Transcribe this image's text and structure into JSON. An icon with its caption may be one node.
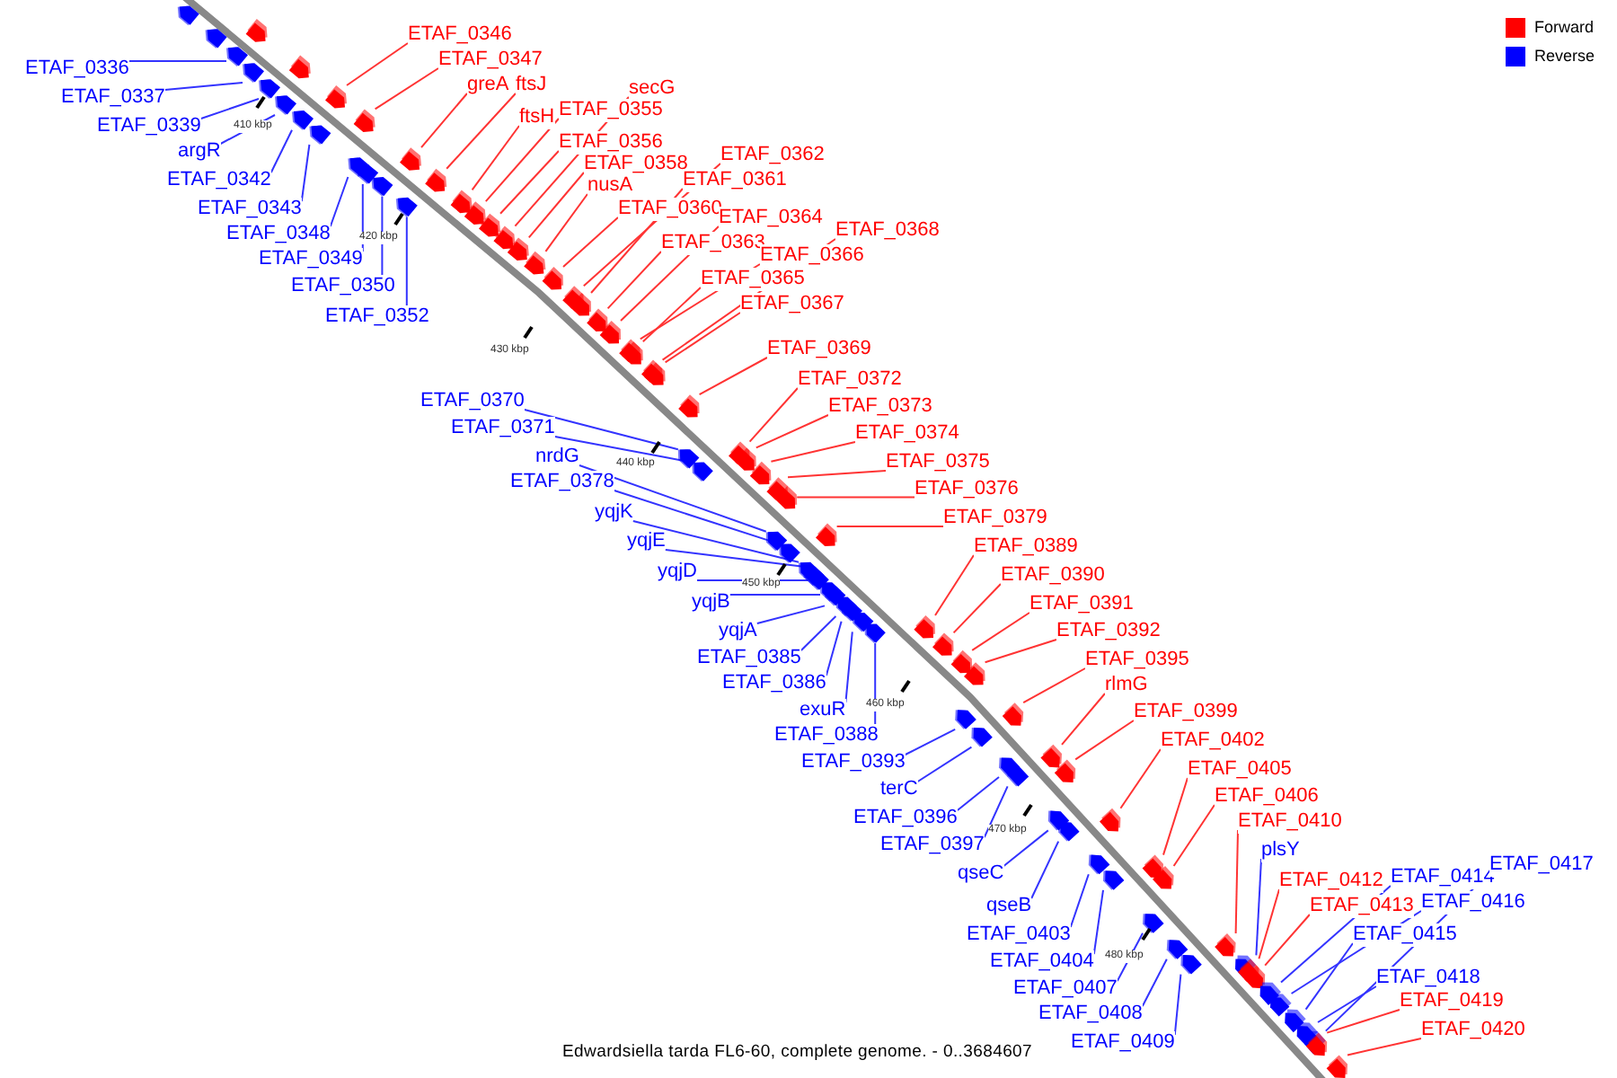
{
  "diagram": {
    "caption": "Edwardsiella tarda FL6-60, complete genome. - 0..3684607",
    "nodes": [
      {
        "text": [
          "ETAF_0336"
        ]
      },
      {
        "text": [
          "ETAF_0337"
        ]
      },
      {
        "text": [
          "ETAF_0346"
        ]
      },
      {
        "text": [
          "ETAF_0339"
        ]
      },
      {
        "text": [
          "ETAF_0347"
        ]
      },
      {
        "text": [
          "argR"
        ]
      },
      {
        "text": [
          "ETAF_0342"
        ]
      },
      {
        "text": [
          "ETAF_0343"
        ]
      },
      {
        "text": [
          "greA"
        ]
      },
      {
        "text": [
          "ftsJ"
        ]
      },
      {
        "text": [
          "ftsH"
        ]
      },
      {
        "text": [
          "ETAF_0348"
        ]
      },
      {
        "text": [
          "ETAF_0349"
        ]
      },
      {
        "text": [
          "ETAF_0355"
        ]
      },
      {
        "text": [
          "ETAF_0350"
        ]
      },
      {
        "text": [
          "ETAF_0356"
        ]
      },
      {
        "text": [
          "secG"
        ]
      },
      {
        "text": [
          "ETAF_0352"
        ]
      },
      {
        "text": [
          "ETAF_0358"
        ]
      },
      {
        "text": [
          "nusA"
        ]
      },
      {
        "text": [
          "ETAF_0360"
        ]
      },
      {
        "text": [
          "ETAF_0362"
        ]
      },
      {
        "text": [
          "ETAF_0361"
        ]
      },
      {
        "text": [
          "ETAF_0363"
        ]
      },
      {
        "text": [
          "ETAF_0364"
        ]
      },
      {
        "text": [
          "ETAF_0366"
        ]
      },
      {
        "text": [
          "ETAF_0365"
        ]
      },
      {
        "text": [
          "ETAF_0368"
        ]
      },
      {
        "text": [
          "ETAF_0367"
        ]
      },
      {
        "text": [
          "ETAF_0369"
        ]
      },
      {
        "text": [
          "ETAF_0372"
        ]
      },
      {
        "text": [
          "ETAF_0373"
        ]
      },
      {
        "text": [
          "ETAF_0374"
        ]
      },
      {
        "text": [
          "ETAF_0375"
        ]
      },
      {
        "text": [
          "ETAF_0370"
        ]
      },
      {
        "text": [
          "ETAF_0376"
        ]
      },
      {
        "text": [
          "ETAF_0371"
        ]
      },
      {
        "text": [
          "ETAF_0379"
        ]
      },
      {
        "text": [
          "nrdG"
        ]
      },
      {
        "text": [
          "ETAF_0378"
        ]
      },
      {
        "text": [
          "yqjK"
        ]
      },
      {
        "text": [
          "yqjE"
        ]
      },
      {
        "text": [
          "yqjD"
        ]
      },
      {
        "text": [
          "yqjB"
        ]
      },
      {
        "text": [
          "yqjA"
        ]
      },
      {
        "text": [
          "ETAF_0389"
        ]
      },
      {
        "text": [
          "ETAF_0385"
        ]
      },
      {
        "text": [
          "ETAF_0386"
        ]
      },
      {
        "text": [
          "ETAF_0390"
        ]
      },
      {
        "text": [
          "exuR"
        ]
      },
      {
        "text": [
          "ETAF_0391"
        ]
      },
      {
        "text": [
          "ETAF_0388"
        ]
      },
      {
        "text": [
          "ETAF_0392"
        ]
      },
      {
        "text": [
          "ETAF_0395"
        ]
      },
      {
        "text": [
          "ETAF_0393"
        ]
      },
      {
        "text": [
          "rlmG"
        ]
      },
      {
        "text": [
          "terC"
        ]
      },
      {
        "text": [
          "ETAF_0399"
        ]
      },
      {
        "text": [
          "ETAF_0396"
        ]
      },
      {
        "text": [
          "ETAF_0397"
        ]
      },
      {
        "text": [
          "ETAF_0402"
        ]
      },
      {
        "text": [
          "qseC"
        ]
      },
      {
        "text": [
          "qseB"
        ]
      },
      {
        "text": [
          "ETAF_0405"
        ]
      },
      {
        "text": [
          "ETAF_0406"
        ]
      },
      {
        "text": [
          "ETAF_0403"
        ]
      },
      {
        "text": [
          "ETAF_0404"
        ]
      },
      {
        "text": [
          "ETAF_0410"
        ]
      },
      {
        "text": [
          "ETAF_0407"
        ]
      },
      {
        "text": [
          "plsY"
        ]
      },
      {
        "text": [
          "ETAF_0412"
        ]
      },
      {
        "text": [
          "ETAF_0413"
        ]
      },
      {
        "text": [
          "ETAF_0408"
        ]
      },
      {
        "text": [
          "ETAF_0414"
        ]
      },
      {
        "text": [
          "ETAF_0409"
        ]
      },
      {
        "text": [
          "ETAF_0416"
        ]
      },
      {
        "text": [
          "ETAF_0415"
        ]
      },
      {
        "text": [
          "ETAF_0418"
        ]
      },
      {
        "text": [
          "ETAF_0417"
        ]
      },
      {
        "text": [
          "ETAF_0419"
        ]
      },
      {
        "text": [
          "ETAF_0420"
        ]
      },
      {
        "text": [],
        "shape": "arrow"
      },
      {
        "text": [],
        "shape": "arrow"
      },
      {
        "text": [],
        "shape": "arrow"
      },
      {
        "text": [],
        "shape": "arrow"
      },
      {
        "text": [],
        "shape": "arrow"
      },
      {
        "text": [],
        "shape": "arrow"
      },
      {
        "text": [],
        "shape": "arrow"
      },
      {
        "text": [],
        "shape": "arrow"
      },
      {
        "text": [],
        "shape": "arrow"
      },
      {
        "text": [],
        "shape": "arrow"
      },
      {
        "text": [],
        "shape": "arrow"
      },
      {
        "text": [],
        "shape": "arrow"
      },
      {
        "text": [],
        "shape": "arrow"
      },
      {
        "text": [],
        "shape": "arrow"
      },
      {
        "text": [],
        "shape": "arrow"
      },
      {
        "text": [],
        "shape": "arrow"
      },
      {
        "text": [],
        "shape": "arrow"
      },
      {
        "text": [],
        "shape": "arrow"
      },
      {
        "text": [],
        "shape": "arrow"
      },
      {
        "text": [],
        "shape": "arrow"
      },
      {
        "text": [],
        "shape": "arrow"
      },
      {
        "text": [],
        "shape": "arrow"
      },
      {
        "text": [],
        "shape": "arrow"
      },
      {
        "text": [],
        "shape": "arrow"
      },
      {
        "text": [],
        "shape": "arrow"
      },
      {
        "text": [],
        "shape": "arrow"
      },
      {
        "text": [],
        "shape": "arrow"
      },
      {
        "text": [],
        "shape": "arrow"
      },
      {
        "text": [],
        "shape": "arrow"
      },
      {
        "text": [],
        "shape": "arrow"
      },
      {
        "text": [],
        "shape": "arrow"
      },
      {
        "text": [],
        "shape": "arrow"
      },
      {
        "text": [],
        "shape": "arrow"
      },
      {
        "text": [],
        "shape": "arrow"
      },
      {
        "text": [],
        "shape": "arrow"
      },
      {
        "text": [],
        "shape": "arrow"
      },
      {
        "text": [],
        "shape": "arrow"
      },
      {
        "text": [],
        "shape": "arrow"
      },
      {
        "text": [],
        "shape": "arrow"
      },
      {
        "text": [],
        "shape": "arrow"
      },
      {
        "text": [],
        "shape": "arrow"
      },
      {
        "text": [],
        "shape": "arrow"
      },
      {
        "text": [],
        "shape": "arrow"
      },
      {
        "text": [],
        "shape": "arrow"
      },
      {
        "text": [],
        "shape": "arrow"
      },
      {
        "text": [],
        "shape": "arrow"
      },
      {
        "text": [],
        "shape": "arrow"
      },
      {
        "text": [],
        "shape": "arrow"
      },
      {
        "text": [],
        "shape": "arrow"
      },
      {
        "text": [],
        "shape": "arrow"
      },
      {
        "text": [],
        "shape": "arrow"
      },
      {
        "text": [],
        "shape": "arrow"
      },
      {
        "text": [],
        "shape": "arrow"
      },
      {
        "text": [],
        "shape": "arrow"
      },
      {
        "text": [],
        "shape": "arrow"
      },
      {
        "text": [],
        "shape": "arrow"
      },
      {
        "text": [],
        "shape": "arrow"
      },
      {
        "text": [],
        "shape": "arrow"
      },
      {
        "text": [],
        "shape": "arrow"
      },
      {
        "text": [],
        "shape": "arrow"
      },
      {
        "text": [],
        "shape": "arrow"
      },
      {
        "text": [],
        "shape": "arrow"
      },
      {
        "text": [],
        "shape": "arrow"
      },
      {
        "text": [],
        "shape": "arrow"
      },
      {
        "text": [],
        "shape": "arrow"
      },
      {
        "text": [],
        "shape": "arrow"
      },
      {
        "text": [],
        "shape": "arrow"
      },
      {
        "text": [],
        "shape": "arrow"
      },
      {
        "text": [],
        "shape": "arrow"
      },
      {
        "text": [],
        "shape": "arrow"
      },
      {
        "text": [],
        "shape": "arrow"
      },
      {
        "text": [],
        "shape": "arrow"
      },
      {
        "text": [],
        "shape": "arrow"
      },
      {
        "text": [],
        "shape": "arrow"
      },
      {
        "text": [],
        "shape": "arrow"
      },
      {
        "text": [],
        "shape": "arrow"
      },
      {
        "text": [],
        "shape": "arrow"
      },
      {
        "text": [],
        "shape": "arrow"
      },
      {
        "text": [],
        "shape": "arrow"
      },
      {
        "text": [],
        "shape": "arrow"
      },
      {
        "text": [],
        "shape": "arrow"
      },
      {
        "text": [],
        "shape": "arrow"
      },
      {
        "text": [],
        "shape": "arrow"
      },
      {
        "text": [],
        "shape": "arrow"
      },
      {
        "text": [],
        "shape": "arrow"
      }
    ],
    "edges": [
      {
        "from": 0,
        "to": 81,
        "arrow": "none",
        "color": "#3333ff"
      },
      {
        "from": 1,
        "to": 82,
        "arrow": "none",
        "color": "#3333ff"
      },
      {
        "from": 2,
        "to": 83,
        "arrow": "none"
      },
      {
        "from": 3,
        "to": 84,
        "arrow": "none",
        "color": "#3333ff"
      },
      {
        "from": 4,
        "to": 85,
        "arrow": "none"
      },
      {
        "from": 5,
        "to": 86,
        "arrow": "none",
        "color": "#3333ff"
      },
      {
        "from": 6,
        "to": 87,
        "arrow": "none",
        "color": "#3333ff"
      },
      {
        "from": 7,
        "to": 88,
        "arrow": "none",
        "color": "#3333ff"
      },
      {
        "from": 8,
        "to": 89,
        "arrow": "none"
      },
      {
        "from": 9,
        "to": 90,
        "arrow": "none"
      },
      {
        "from": 10,
        "to": 91,
        "arrow": "none"
      },
      {
        "from": 11,
        "to": 92,
        "arrow": "none",
        "color": "#3333ff"
      },
      {
        "from": 12,
        "to": 93,
        "arrow": "none",
        "color": "#3333ff"
      },
      {
        "from": 13,
        "to": 94,
        "arrow": "none"
      },
      {
        "from": 14,
        "to": 95,
        "arrow": "none",
        "color": "#3333ff"
      },
      {
        "from": 15,
        "to": 96,
        "arrow": "none"
      },
      {
        "from": 16,
        "to": 97,
        "arrow": "none"
      },
      {
        "from": 17,
        "to": 98,
        "arrow": "none",
        "color": "#3333ff"
      },
      {
        "from": 18,
        "to": 99,
        "arrow": "none"
      },
      {
        "from": 19,
        "to": 100,
        "arrow": "none"
      },
      {
        "from": 20,
        "to": 101,
        "arrow": "none"
      },
      {
        "from": 21,
        "to": 102,
        "arrow": "none"
      },
      {
        "from": 22,
        "to": 103,
        "arrow": "none"
      },
      {
        "from": 23,
        "to": 104,
        "arrow": "none"
      },
      {
        "from": 24,
        "to": 105,
        "arrow": "none"
      },
      {
        "from": 25,
        "to": 106,
        "arrow": "none"
      },
      {
        "from": 26,
        "to": 107,
        "arrow": "none"
      },
      {
        "from": 27,
        "to": 108,
        "arrow": "none"
      },
      {
        "from": 28,
        "to": 109,
        "arrow": "none"
      },
      {
        "from": 29,
        "to": 110,
        "arrow": "none"
      },
      {
        "from": 30,
        "to": 111,
        "arrow": "none"
      },
      {
        "from": 31,
        "to": 112,
        "arrow": "none"
      },
      {
        "from": 32,
        "to": 113,
        "arrow": "none"
      },
      {
        "from": 33,
        "to": 114,
        "arrow": "none"
      },
      {
        "from": 34,
        "to": 115,
        "arrow": "none",
        "color": "#3333ff"
      },
      {
        "from": 35,
        "to": 116,
        "arrow": "none"
      },
      {
        "from": 36,
        "to": 117,
        "arrow": "none",
        "color": "#3333ff"
      },
      {
        "from": 37,
        "to": 118,
        "arrow": "none"
      },
      {
        "from": 38,
        "to": 119,
        "arrow": "none",
        "color": "#3333ff"
      },
      {
        "from": 39,
        "to": 120,
        "arrow": "none",
        "color": "#3333ff"
      },
      {
        "from": 40,
        "to": 121,
        "arrow": "none",
        "color": "#3333ff"
      },
      {
        "from": 41,
        "to": 122,
        "arrow": "none",
        "color": "#3333ff"
      },
      {
        "from": 42,
        "to": 123,
        "arrow": "none",
        "color": "#3333ff"
      },
      {
        "from": 43,
        "to": 124,
        "arrow": "none",
        "color": "#3333ff"
      },
      {
        "from": 44,
        "to": 125,
        "arrow": "none",
        "color": "#3333ff"
      },
      {
        "from": 45,
        "to": 126,
        "arrow": "none"
      },
      {
        "from": 46,
        "to": 127,
        "arrow": "none",
        "color": "#3333ff"
      },
      {
        "from": 47,
        "to": 128,
        "arrow": "none",
        "color": "#3333ff"
      },
      {
        "from": 48,
        "to": 129,
        "arrow": "none"
      },
      {
        "from": 49,
        "to": 130,
        "arrow": "none",
        "color": "#3333ff"
      },
      {
        "from": 50,
        "to": 131,
        "arrow": "none"
      },
      {
        "from": 51,
        "to": 132,
        "arrow": "none",
        "color": "#3333ff"
      },
      {
        "from": 52,
        "to": 133,
        "arrow": "none"
      },
      {
        "from": 53,
        "to": 134,
        "arrow": "none"
      },
      {
        "from": 54,
        "to": 135,
        "arrow": "none",
        "color": "#3333ff"
      },
      {
        "from": 55,
        "to": 136,
        "arrow": "none"
      },
      {
        "from": 56,
        "to": 137,
        "arrow": "none",
        "color": "#3333ff"
      },
      {
        "from": 57,
        "to": 138,
        "arrow": "none"
      },
      {
        "from": 58,
        "to": 139,
        "arrow": "none",
        "color": "#3333ff"
      },
      {
        "from": 59,
        "to": 140,
        "arrow": "none",
        "color": "#3333ff"
      },
      {
        "from": 60,
        "to": 141,
        "arrow": "none"
      },
      {
        "from": 61,
        "to": 142,
        "arrow": "none",
        "color": "#3333ff"
      },
      {
        "from": 62,
        "to": 143,
        "arrow": "none",
        "color": "#3333ff"
      },
      {
        "from": 63,
        "to": 144,
        "arrow": "none"
      },
      {
        "from": 64,
        "to": 145,
        "arrow": "none"
      },
      {
        "from": 65,
        "to": 146,
        "arrow": "none",
        "color": "#3333ff"
      },
      {
        "from": 66,
        "to": 147,
        "arrow": "none",
        "color": "#3333ff"
      },
      {
        "from": 67,
        "to": 148,
        "arrow": "none"
      },
      {
        "from": 68,
        "to": 149,
        "arrow": "none",
        "color": "#3333ff"
      },
      {
        "from": 69,
        "to": 150,
        "arrow": "none",
        "color": "#3333ff"
      },
      {
        "from": 70,
        "to": 151,
        "arrow": "none"
      },
      {
        "from": 71,
        "to": 152,
        "arrow": "none"
      },
      {
        "from": 72,
        "to": 153,
        "arrow": "none",
        "color": "#3333ff"
      },
      {
        "from": 73,
        "to": 154,
        "arrow": "none",
        "color": "#3333ff"
      },
      {
        "from": 74,
        "to": 155,
        "arrow": "none",
        "color": "#3333ff"
      },
      {
        "from": 75,
        "to": 156,
        "arrow": "none",
        "color": "#3333ff"
      },
      {
        "from": 76,
        "to": 157,
        "arrow": "none",
        "color": "#3333ff"
      },
      {
        "from": 77,
        "to": 158,
        "arrow": "none",
        "color": "#3333ff"
      },
      {
        "from": 78,
        "to": 159,
        "arrow": "none",
        "color": "#3333ff"
      },
      {
        "from": 79,
        "to": 160,
        "arrow": "none"
      },
      {
        "from": 80,
        "to": 161,
        "arrow": "none"
      }
    ],
    "labels": [
      "410 kbp",
      "420 kbp",
      "430 kbp",
      "440 kbp",
      "450 kbp",
      "460 kbp",
      "470 kbp",
      "480 kbp"
    ],
    "legend": [
      {
        "text": "Forward",
        "color": "#ff0000"
      },
      {
        "text": "Reverse",
        "color": "#0000ff"
      }
    ]
  }
}
